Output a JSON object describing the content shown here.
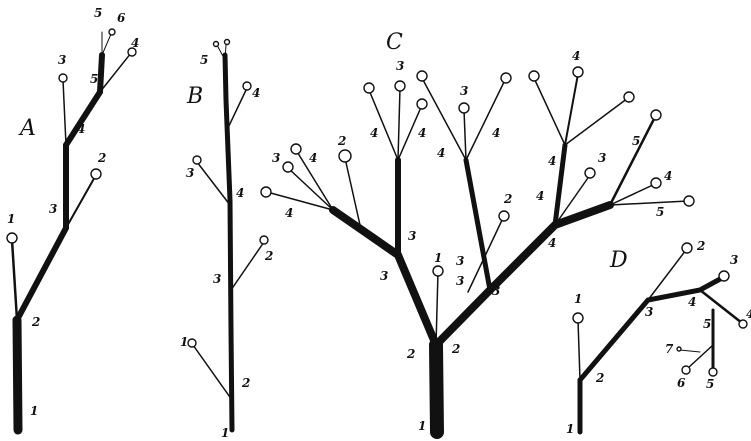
{
  "panels": {
    "A": {
      "letter": "A",
      "labels": {
        "n1": "1",
        "n2": "2",
        "n3": "3",
        "n4": "4",
        "n5": "5",
        "n6": "6",
        "n3b": "3",
        "n4b": "4",
        "n5b": "5",
        "n1b": "1",
        "n2b": "2"
      }
    },
    "B": {
      "letter": "B",
      "labels": {
        "n5": "5",
        "n4": "4",
        "n3": "3",
        "n4b": "4",
        "n2": "2",
        "n3b": "3",
        "n1": "1",
        "n2b": "2",
        "n1b": "1"
      }
    },
    "C": {
      "letter": "C",
      "labels": {
        "n3a": "3",
        "n4a": "4",
        "n2a": "2",
        "n4b": "4",
        "n3b": "3",
        "n4c": "4",
        "n4d": "4",
        "n3c": "3",
        "n4e": "4",
        "n4f": "4",
        "n5a": "5",
        "n4g": "4",
        "n5b": "5",
        "n3d": "3",
        "n4h": "4",
        "n2b": "2",
        "n4i": "4",
        "n3e": "3",
        "n3f": "3",
        "n3g": "3",
        "n1a": "1",
        "n2c": "2",
        "n2d": "2",
        "n3h": "3",
        "n4j": "4",
        "n1b": "1",
        "n4k": "4",
        "n3i": "3"
      }
    },
    "D": {
      "letter": "D",
      "labels": {
        "n1": "1",
        "n2": "2",
        "n3": "3",
        "n4": "4",
        "n3b": "3",
        "n4b": "4",
        "n5": "5",
        "n6": "6",
        "n7": "7",
        "n5b": "5",
        "n2b": "2",
        "n1b": "1"
      }
    }
  },
  "colors": {
    "ink": "#111111",
    "paper": "#ffffff"
  }
}
